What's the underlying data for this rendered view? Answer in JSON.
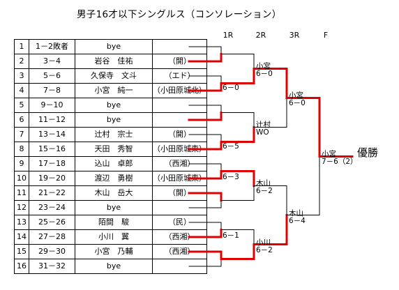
{
  "title": "男子16才以下シングルス（コンソレーション）",
  "rounds": [
    "1R",
    "2R",
    "3R",
    "F"
  ],
  "rows": [
    {
      "num": "1",
      "pos": "1－2敗者",
      "name": "bye",
      "club": ""
    },
    {
      "num": "2",
      "pos": "3－4",
      "name": "岩谷　佳祐",
      "club": "（開）"
    },
    {
      "num": "3",
      "pos": "5－6",
      "name": "久保寺　文斗",
      "club": "（エド）"
    },
    {
      "num": "4",
      "pos": "7－8",
      "name": "小宮　純一",
      "club": "（小田原城北）"
    },
    {
      "num": "5",
      "pos": "9－10",
      "name": "bye",
      "club": ""
    },
    {
      "num": "6",
      "pos": "11－12",
      "name": "bye",
      "club": ""
    },
    {
      "num": "7",
      "pos": "13－14",
      "name": "辻村　宗士",
      "club": "（開）"
    },
    {
      "num": "8",
      "pos": "15－16",
      "name": "天田　秀智",
      "club": "（小田原城東）"
    },
    {
      "num": "9",
      "pos": "17－18",
      "name": "込山　卓郎",
      "club": "（西湘）"
    },
    {
      "num": "10",
      "pos": "19－20",
      "name": "渡辺　勇樹",
      "club": "（小田原城東）"
    },
    {
      "num": "11",
      "pos": "21－22",
      "name": "木山　岳大",
      "club": "（開）"
    },
    {
      "num": "12",
      "pos": "23－24",
      "name": "bye",
      "club": ""
    },
    {
      "num": "13",
      "pos": "25－26",
      "name": "陌間　駿",
      "club": "（民）"
    },
    {
      "num": "14",
      "pos": "27－28",
      "name": "小川　翼",
      "club": "（西湘）"
    },
    {
      "num": "15",
      "pos": "29－30",
      "name": "小宮　乃輔",
      "club": "（西湘）"
    },
    {
      "num": "16",
      "pos": "31－32",
      "name": "bye",
      "club": ""
    }
  ],
  "results": {
    "r1": [
      {
        "score": "6－0"
      },
      {
        "score": "6－5"
      },
      {
        "score": "6－3"
      },
      {
        "score": "6－1"
      }
    ],
    "r2": [
      {
        "name": "小宮",
        "score": "6－0"
      },
      {
        "name": "辻村",
        "score": "WO"
      },
      {
        "name": "木山",
        "score": "6－2"
      },
      {
        "name": "小川",
        "score": "6－2"
      }
    ],
    "r3": [
      {
        "name": "小宮",
        "score": "6－0"
      },
      {
        "name": "木山",
        "score": "6－4"
      }
    ],
    "final": {
      "name": "小宮",
      "score": "7－6（2）"
    }
  },
  "champion_label": "優勝",
  "colors": {
    "win": "#e00000",
    "line": "#000000"
  }
}
